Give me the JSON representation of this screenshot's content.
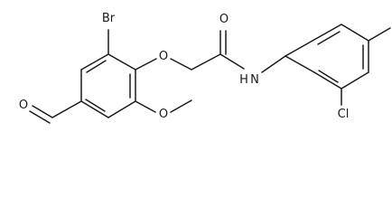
{
  "molecule": {
    "atoms": {
      "br": "Br",
      "o_ether": "O",
      "o_amide": "O",
      "nh": "H",
      "n": "N",
      "cl": "Cl",
      "o_methoxy": "O",
      "o_aldehyde": "O"
    }
  }
}
